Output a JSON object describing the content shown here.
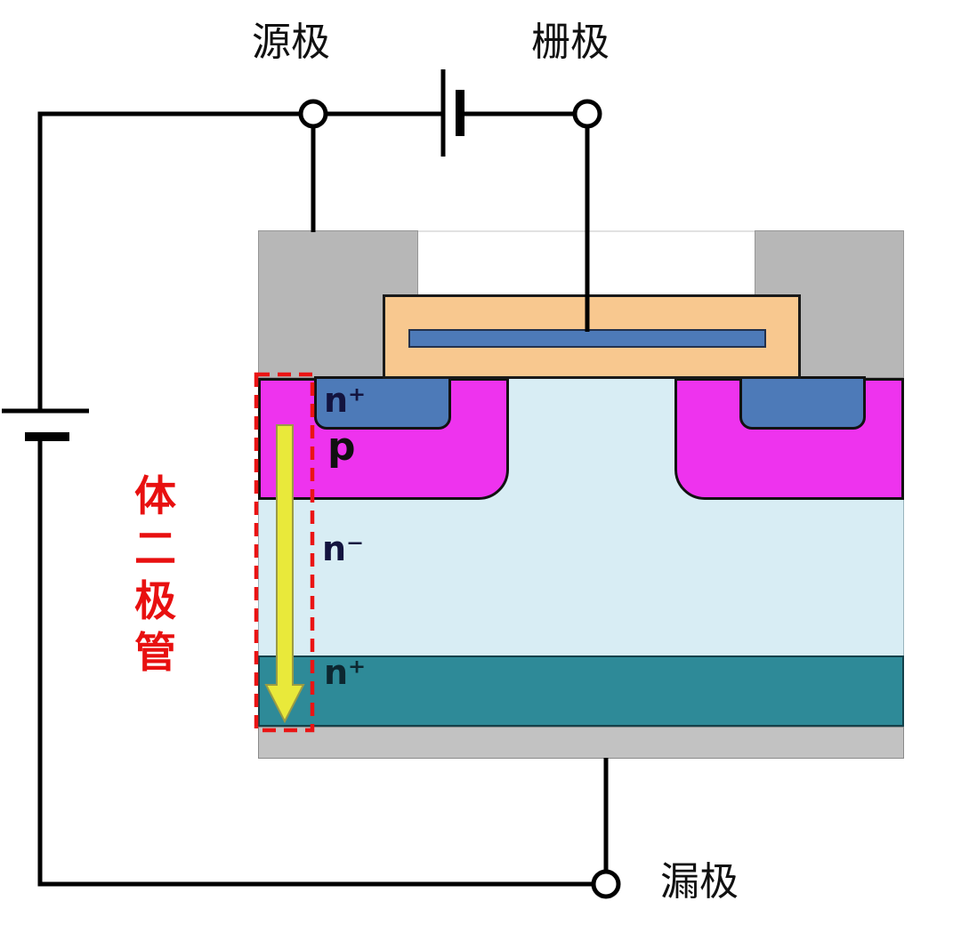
{
  "labels": {
    "source": "源极",
    "gate": "栅极",
    "drain": "漏极"
  },
  "annotation": {
    "body_diode": "体二极管",
    "chars": [
      "体",
      "二",
      "极",
      "管"
    ]
  },
  "regions": {
    "n_plus_source": "n⁺",
    "p_body": "p",
    "n_minus_drift": "n⁻",
    "n_plus_substrate": "n⁺"
  },
  "colors": {
    "metal_gray": "#b7b7b7",
    "gate_oxide_orange": "#f8c88f",
    "gate_poly_blue": "#4d7ab8",
    "n_plus_blue": "#4d7ab8",
    "p_body_magenta": "#ee33ee",
    "n_minus_lightblue": "#d8edf4",
    "n_plus_teal": "#2e8a98",
    "drain_metal_gray": "#c2c2c2",
    "annotation_red": "#e81010",
    "arrow_yellow": "#e9e93a",
    "wire_black": "#000000"
  }
}
